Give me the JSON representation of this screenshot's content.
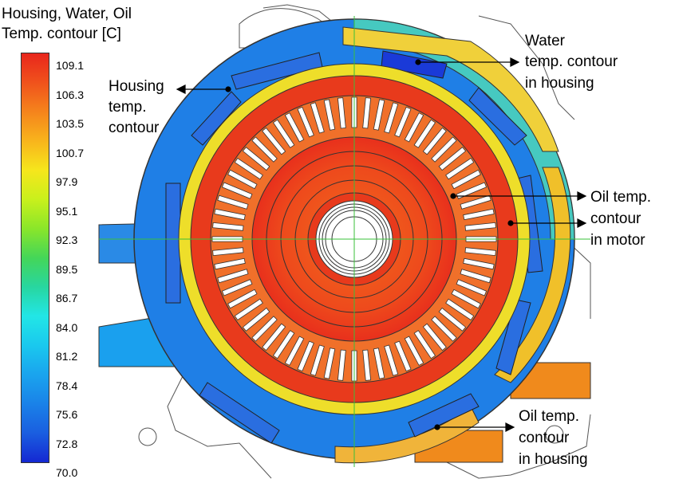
{
  "legend": {
    "title_line1": "Housing, Water, Oil",
    "title_line2": "Temp. contour [C]",
    "ticks": [
      "109.1",
      "106.3",
      "103.5",
      "100.7",
      "97.9",
      "95.1",
      "92.3",
      "89.5",
      "86.7",
      "84.0",
      "81.2",
      "78.4",
      "75.6",
      "72.8",
      "70.0"
    ],
    "colors_top_to_bottom": [
      "#e8261c",
      "#f0521c",
      "#f5841c",
      "#f8b41c",
      "#f6e61c",
      "#c9f01c",
      "#8ae62a",
      "#44d658",
      "#28d6a0",
      "#22e6e6",
      "#1ac8ee",
      "#1aa4ee",
      "#1a82e8",
      "#1a5ee0",
      "#1428d2"
    ]
  },
  "annotations": {
    "housing": [
      "Housing",
      "temp.",
      "contour"
    ],
    "water": [
      "Water",
      "temp. contour",
      "in housing"
    ],
    "oil_motor": [
      "Oil temp.",
      "contour",
      "in motor"
    ],
    "oil_housing": [
      "Oil temp.",
      "contour",
      "in housing"
    ]
  }
}
